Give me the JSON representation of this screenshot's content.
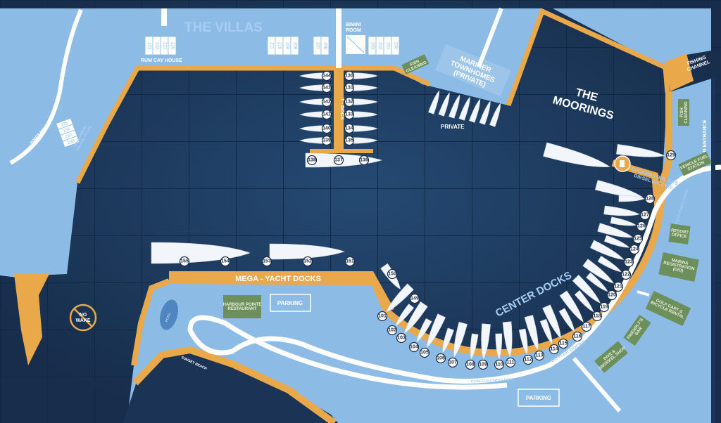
{
  "map": {
    "title_villas": "THE VILLAS",
    "rum_cay_house": "RUM CAY HOUSE",
    "bimini_room": [
      "BIMINI",
      "ROOM"
    ],
    "villa_group_rum_cay": [
      "223",
      "222",
      "221",
      "220"
    ],
    "villa_group_middle": [
      "211",
      "210",
      "209",
      "208"
    ],
    "villa_group_pair": [
      "207",
      "206"
    ],
    "villa_group_bimini": [
      "203",
      "202",
      "201",
      "200"
    ],
    "windermere_villas": [
      "235",
      "236",
      "237",
      "238"
    ],
    "windermere_label": [
      "WINDERMERE",
      "PRIVATE VILLAS"
    ],
    "pointe_road": "POINTE POINT DR.",
    "fish_cleaning_top": [
      "FISH",
      "CLEANING"
    ],
    "fish_cleaning_right": [
      "FISH",
      "CLEANING"
    ],
    "mariner_townhomes": [
      "MARINER",
      "TOWNHOMES",
      "(PRIVATE)"
    ],
    "private": "PRIVATE",
    "the_moorings": [
      "THE",
      "MOORINGS"
    ],
    "fishing_channel": [
      "FISHING",
      "CHANNEL"
    ],
    "main_entrance": "MAIN ENTRANCE",
    "vehicle_fuel": [
      "VEHICLE FUEL",
      "STATION"
    ],
    "dockmaster": [
      "DOCKMASTER, GAS,",
      "DIESEL BAIT, ICE"
    ],
    "cape_drive_east": "CAPE ELEUTHERA DRIVE",
    "cape_drive_south": "CAPE ELEUTHERA DRIVE",
    "resort_office": [
      "RESORT",
      "OFFICE"
    ],
    "marina_registration": [
      "MARINA",
      "REGISTRATION",
      "(DIO)"
    ],
    "golf_cart": [
      "GOLF CART &",
      "BICYCLE RENTAL"
    ],
    "friendlys_bar": [
      "FRIENDLY'S",
      "BAR"
    ],
    "dive_shop": [
      "DIVE &",
      "SNORKEL SHOP"
    ],
    "center_docks_big": "CENTER DOCKS",
    "center_docks_small": "CENTER DOCKS",
    "t_dock": "T - DOCK",
    "mega_yacht_docks": "MEGA - YACHT DOCKS",
    "harbour_pointe": [
      "HARBOUR POINTE",
      "RESTAURANT"
    ],
    "parking_1": "PARKING",
    "parking_2": "PARKING",
    "pool": "POOL",
    "sunset_beach": "SUNSET BEACH",
    "no_wake": [
      "NO",
      "WAKE"
    ]
  },
  "slips": {
    "t_dock_left": [
      "144",
      "143",
      "142",
      "141",
      "140",
      "139"
    ],
    "t_dock_right": [
      "130",
      "131",
      "132",
      "133",
      "134",
      "135"
    ],
    "t_dock_end": [
      "138",
      "137",
      "136"
    ],
    "mega_yacht": [
      "155",
      "154",
      "153",
      "152",
      "151"
    ],
    "mega_yacht_corner": [
      "150",
      "149"
    ],
    "center": [
      "101",
      "102",
      "103",
      "104",
      "105",
      "106",
      "107",
      "108",
      "109",
      "110",
      "111",
      "112",
      "113",
      "114",
      "115",
      "116",
      "117",
      "118",
      "119",
      "120",
      "121",
      "122",
      "123",
      "124",
      "125",
      "126",
      "127",
      "128"
    ],
    "moorings": [
      "129"
    ]
  },
  "colors": {
    "water": "#1c3658",
    "land": "#8cbbe6",
    "dock": "#e9a94b",
    "building": "#6d8f5c"
  }
}
